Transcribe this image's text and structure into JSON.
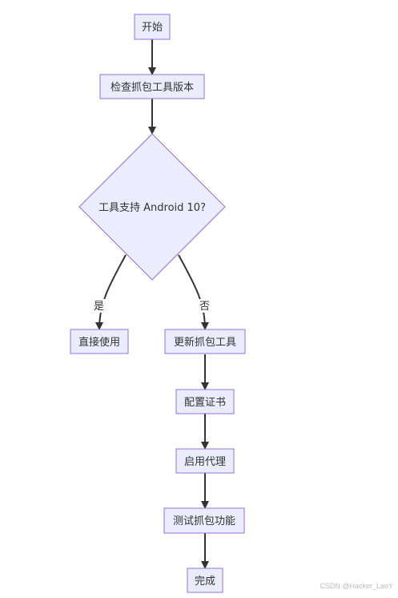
{
  "nodes": {
    "start": "开始",
    "check_version": "检查抓包工具版本",
    "decision": "工具支持 Android 10?",
    "use_directly": "直接使用",
    "update_tool": "更新抓包工具",
    "config_cert": "配置证书",
    "enable_proxy": "启用代理",
    "test_capture": "测试抓包功能",
    "done": "完成"
  },
  "edges": {
    "yes_label": "是",
    "no_label": "否"
  },
  "colors": {
    "node_fill": "#ececff",
    "node_stroke": "#9370db",
    "edge": "#333333"
  },
  "watermark": "CSDN @Hacker_LaoY"
}
